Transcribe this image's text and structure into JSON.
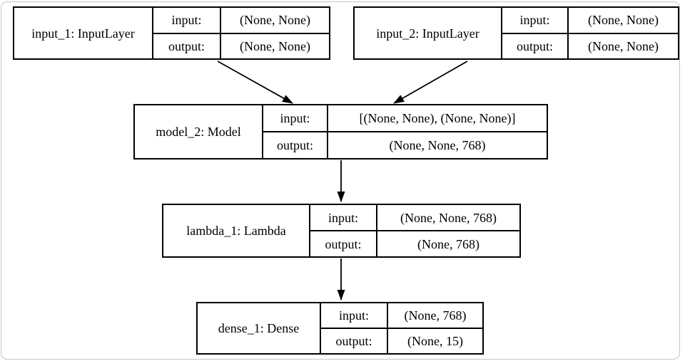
{
  "diagram": {
    "type": "keras-model-graph",
    "colors": {
      "background": "#ffffff",
      "node_border": "#000000",
      "node_fill": "#ffffff",
      "edge": "#000000",
      "frame_border": "#c6c6c6",
      "text": "#000000"
    },
    "nodes": [
      {
        "id": "input_1",
        "name": "input_1: InputLayer",
        "rows": [
          {
            "label": "input:",
            "value": "(None, None)"
          },
          {
            "label": "output:",
            "value": "(None, None)"
          }
        ]
      },
      {
        "id": "input_2",
        "name": "input_2: InputLayer",
        "rows": [
          {
            "label": "input:",
            "value": "(None, None)"
          },
          {
            "label": "output:",
            "value": "(None, None)"
          }
        ]
      },
      {
        "id": "model_2",
        "name": "model_2: Model",
        "rows": [
          {
            "label": "input:",
            "value": "[(None, None), (None, None)]"
          },
          {
            "label": "output:",
            "value": "(None, None, 768)"
          }
        ]
      },
      {
        "id": "lambda_1",
        "name": "lambda_1: Lambda",
        "rows": [
          {
            "label": "input:",
            "value": "(None, None, 768)"
          },
          {
            "label": "output:",
            "value": "(None, 768)"
          }
        ]
      },
      {
        "id": "dense_1",
        "name": "dense_1: Dense",
        "rows": [
          {
            "label": "input:",
            "value": "(None, 768)"
          },
          {
            "label": "output:",
            "value": "(None, 15)"
          }
        ]
      }
    ],
    "edges": [
      {
        "from": "input_1",
        "to": "model_2"
      },
      {
        "from": "input_2",
        "to": "model_2"
      },
      {
        "from": "model_2",
        "to": "lambda_1"
      },
      {
        "from": "lambda_1",
        "to": "dense_1"
      }
    ]
  }
}
